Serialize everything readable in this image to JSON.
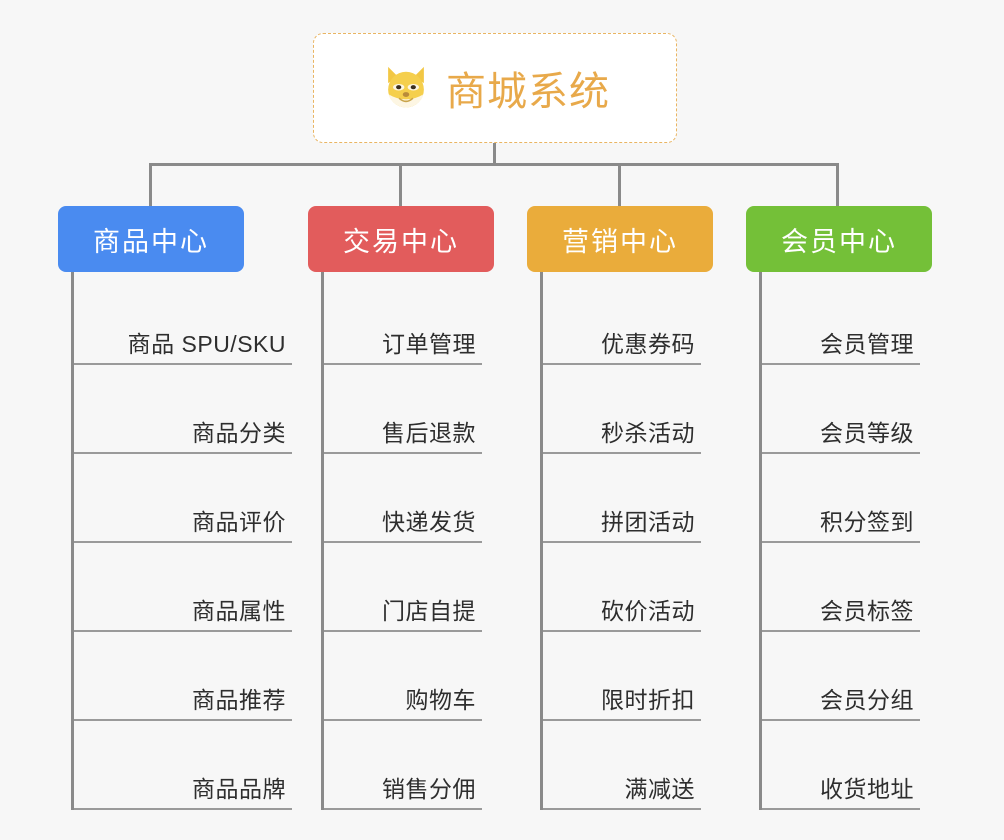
{
  "diagram": {
    "title": "商城系统",
    "background_color": "#f7f7f7",
    "connector_color": "#8a8a8a",
    "root": {
      "label": "商城系统",
      "icon": "shiba-dog-face-emoji",
      "text_color": "#e8a94a",
      "border_color": "#e9b563",
      "background_color": "#ffffff"
    },
    "branches": [
      {
        "label": "商品中心",
        "color": "#4a8bf0",
        "leaves": [
          "商品 SPU/SKU",
          "商品分类",
          "商品评价",
          "商品属性",
          "商品推荐",
          "商品品牌"
        ]
      },
      {
        "label": "交易中心",
        "color": "#e25c5c",
        "leaves": [
          "订单管理",
          "售后退款",
          "快递发货",
          "门店自提",
          "购物车",
          "销售分佣"
        ]
      },
      {
        "label": "营销中心",
        "color": "#eaac3b",
        "leaves": [
          "优惠券码",
          "秒杀活动",
          "拼团活动",
          "砍价活动",
          "限时折扣",
          "满减送"
        ]
      },
      {
        "label": "会员中心",
        "color": "#74c038",
        "leaves": [
          "会员管理",
          "会员等级",
          "积分签到",
          "会员标签",
          "会员分组",
          "收货地址"
        ]
      }
    ]
  }
}
